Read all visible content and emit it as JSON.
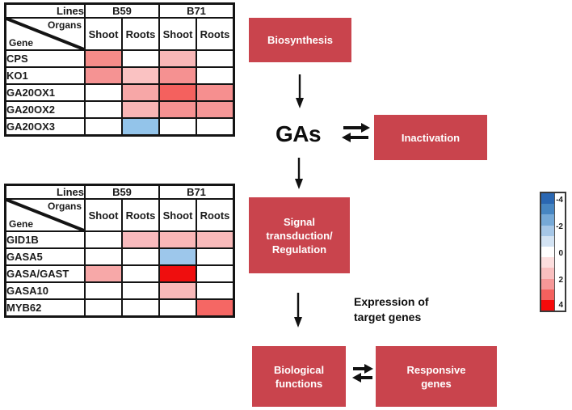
{
  "colors": {
    "box_red": "#c9444d",
    "arrow_black": "#111111",
    "table_border": "#141414"
  },
  "heatmap_tables": [
    {
      "id": "ga-biosynthesis-table",
      "lines_label": "Lines",
      "organs_label": "Organs",
      "gene_label": "Gene",
      "line_groups": [
        "B59",
        "B71"
      ],
      "organ_columns": [
        "Shoot",
        "Roots",
        "Shoot",
        "Roots"
      ],
      "rows": [
        {
          "gene": "CPS",
          "cells": [
            "#f58c89",
            "#ffffff",
            "#f8b7b7",
            "#ffffff"
          ]
        },
        {
          "gene": "KO1",
          "cells": [
            "#f59393",
            "#fac2c2",
            "#f59191",
            "#ffffff"
          ]
        },
        {
          "gene": "GA20OX1",
          "cells": [
            "#ffffff",
            "#f7a7a7",
            "#f4615e",
            "#f68f8f"
          ]
        },
        {
          "gene": "GA20OX2",
          "cells": [
            "#ffffff",
            "#f9b5b5",
            "#f69292",
            "#f69797"
          ]
        },
        {
          "gene": "GA20OX3",
          "cells": [
            "#ffffff",
            "#93c4ea",
            "#ffffff",
            "#ffffff"
          ]
        }
      ]
    },
    {
      "id": "ga-signaling-table",
      "lines_label": "Lines",
      "organs_label": "Organs",
      "gene_label": "Gene",
      "line_groups": [
        "B59",
        "B71"
      ],
      "organ_columns": [
        "Shoot",
        "Roots",
        "Shoot",
        "Roots"
      ],
      "rows": [
        {
          "gene": "GID1B",
          "cells": [
            "#ffffff",
            "#f9babd",
            "#f9b7b7",
            "#f9baba"
          ]
        },
        {
          "gene": "GASA5",
          "cells": [
            "#ffffff",
            "#ffffff",
            "#9dc7eb",
            "#ffffff"
          ]
        },
        {
          "gene": "GASA/GAST",
          "cells": [
            "#f7a8a8",
            "#ffffff",
            "#ef0e0e",
            "#ffffff"
          ]
        },
        {
          "gene": "GASA10",
          "cells": [
            "#ffffff",
            "#ffffff",
            "#f9b9b9",
            "#ffffff"
          ]
        },
        {
          "gene": "MYB62",
          "cells": [
            "#ffffff",
            "#ffffff",
            "#ffffff",
            "#f56764"
          ]
        }
      ]
    }
  ],
  "flow": {
    "biosynthesis": "Biosynthesis",
    "gas": "GAs",
    "inactivation": "Inactivation",
    "signal_transduction": "Signal transduction/ Regulation",
    "expression_label": "Expression of target genes",
    "biological_functions": "Biological functions",
    "responsive_genes": "Responsive genes"
  },
  "colorbar": {
    "labels": [
      "-4",
      "-2",
      "0",
      "2",
      "4"
    ],
    "bands": [
      "#2a67b2",
      "#4786c2",
      "#76a9d7",
      "#a6c7e7",
      "#d3e3f3",
      "#ffffff",
      "#fcdede",
      "#f9bfbf",
      "#f69898",
      "#f4615e",
      "#f50a0a"
    ]
  }
}
